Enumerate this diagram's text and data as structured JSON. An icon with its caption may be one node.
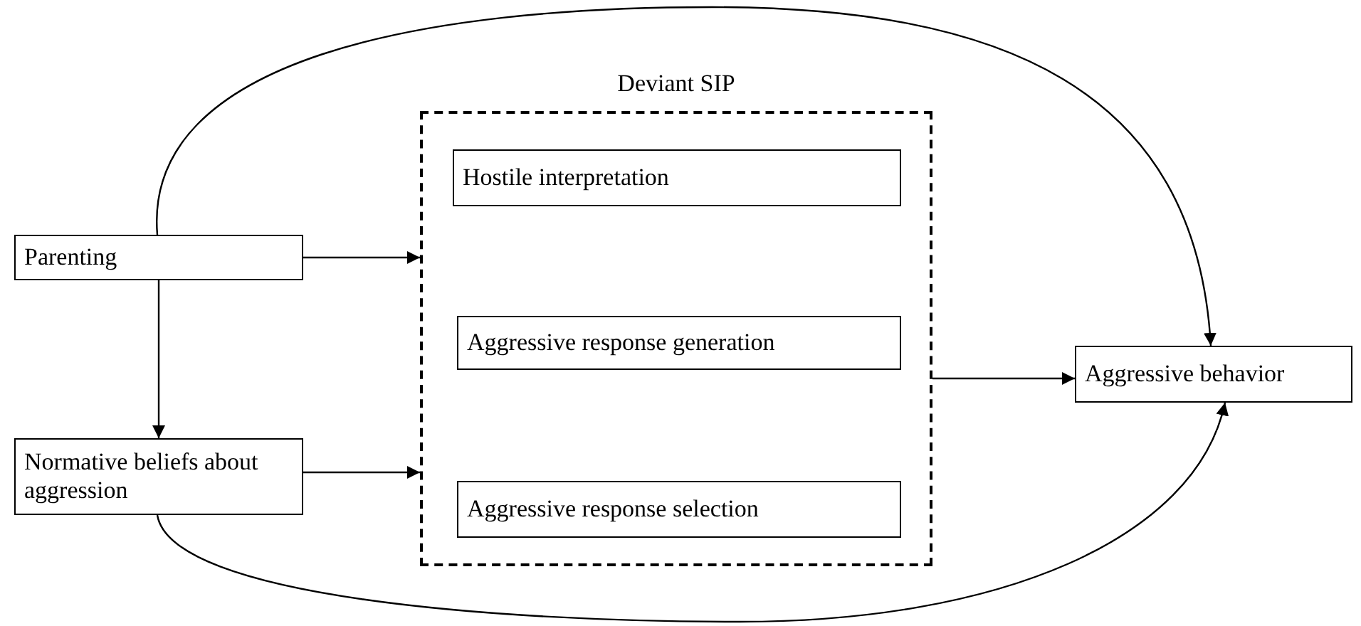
{
  "diagram": {
    "nodes": [
      {
        "text": [
          "Parenting"
        ]
      },
      {
        "text": [
          "Normative beliefs about aggression"
        ]
      },
      {
        "text": [
          "Deviant SIP"
        ]
      },
      {
        "text": [
          "Hostile interpretation"
        ],
        "in": 2
      },
      {
        "text": [
          "Aggressive response generation"
        ],
        "in": 2
      },
      {
        "text": [
          "Aggressive response selection"
        ],
        "in": 2
      },
      {
        "text": [
          "Aggressive behavior"
        ]
      }
    ],
    "edges": [
      {
        "from": 0,
        "to": 2,
        "arrow": "to"
      },
      {
        "from": 0,
        "to": 1,
        "arrow": "to"
      },
      {
        "from": 1,
        "to": 2,
        "arrow": "to"
      },
      {
        "from": 2,
        "to": 6,
        "arrow": "to"
      },
      {
        "from": 0,
        "to": 6,
        "arrow": "to"
      },
      {
        "from": 1,
        "to": 6,
        "arrow": "to"
      }
    ]
  }
}
